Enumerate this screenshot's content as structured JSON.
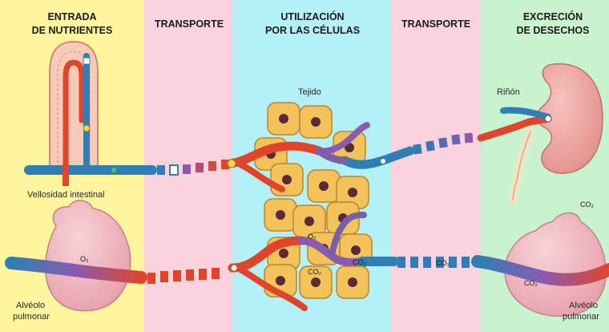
{
  "columns": [
    {
      "key": "entrada",
      "line1": "ENTRADA",
      "line2": "DE NUTRIENTES",
      "color": "#fff59d"
    },
    {
      "key": "transporte1",
      "line1": "TRANSPORTE",
      "line2": "",
      "color": "#fbd3dc"
    },
    {
      "key": "utilizacion",
      "line1": "UTILIZACIÓN",
      "line2": "POR LAS CÉLULAS",
      "color": "#b3f0f7"
    },
    {
      "key": "transporte2",
      "line1": "TRANSPORTE",
      "line2": "",
      "color": "#fbd3dc"
    },
    {
      "key": "excrecion",
      "line1": "EXCRECIÓN",
      "line2": "DE DESECHOS",
      "color": "#c9f2cf"
    }
  ],
  "labels": {
    "tejido": "Tejido",
    "rinon": "Riñón",
    "vellosidad": "Vellosidad intestinal",
    "alveolo_left_1": "Alvéolo",
    "alveolo_left_2": "pulmonar",
    "alveolo_right_1": "Alvéolo",
    "alveolo_right_2": "pulmonar",
    "o2_left": "O₂",
    "o2_tissue": "O₂",
    "co2_tissue_a": "CO₂",
    "co2_tissue_b": "CO₂",
    "co2_transport": "CO₂",
    "co2_lung": "CO₂",
    "co2_top": "CO₂"
  },
  "colors": {
    "artery": "#e0452b",
    "vein": "#2f7fb6",
    "mixed": "#8a5bb0",
    "cell_fill": "#f3c35a",
    "cell_stroke": "#b9852a",
    "nucleus": "#5a2a3a",
    "organ_pink": "#f2b7c0",
    "kidney": "#f0a7a2"
  }
}
